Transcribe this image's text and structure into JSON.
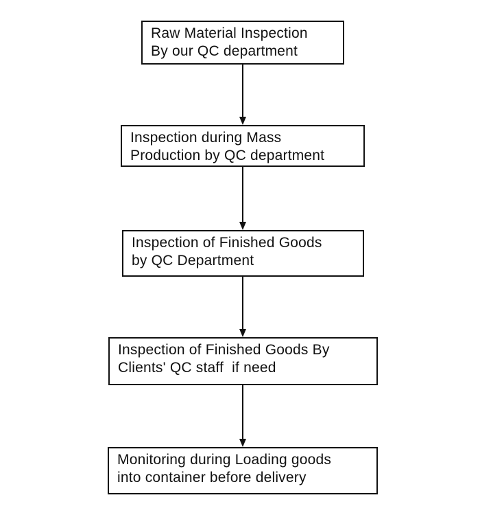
{
  "flowchart": {
    "steps": [
      {
        "line1": "Raw Material Inspection",
        "line2": "By our QC department"
      },
      {
        "line1": "Inspection during Mass",
        "line2": "Production by QC department"
      },
      {
        "line1": "Inspection of Finished Goods",
        "line2": "by QC Department"
      },
      {
        "line1": "Inspection of Finished Goods By",
        "line2": "Clients' QC staff  if need"
      },
      {
        "line1": "Monitoring during Loading goods",
        "line2": "into container before delivery"
      }
    ]
  },
  "colors": {
    "stroke": "#111111",
    "background": "#ffffff"
  }
}
